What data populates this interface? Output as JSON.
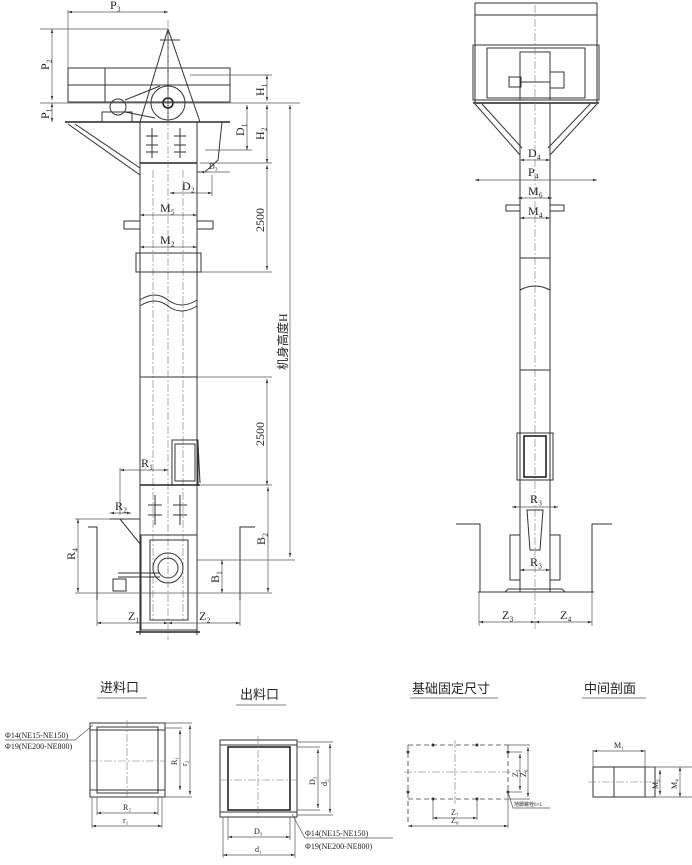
{
  "left_view": {
    "labels": {
      "p3": "P₃",
      "p2": "P₂",
      "p1": "P₁",
      "h1": "H₁",
      "h2": "H₂",
      "d1": "D₁",
      "d3": "D₃",
      "d2": "D₂",
      "m5": "M₅",
      "m2": "M₂",
      "dim_2500_upper": "2500",
      "dim_2500_lower": "2500",
      "body_height": "机身高度H",
      "r1": "R₁",
      "r2": "R₂",
      "r4": "R₄",
      "b1": "B₁",
      "b2": "B₂",
      "z1": "Z₁",
      "z2": "Z₂"
    }
  },
  "right_view": {
    "labels": {
      "d4": "D₄",
      "p4": "P₄",
      "m6": "M₆",
      "m4": "M₄",
      "r3_upper": "R₃",
      "r3_lower": "R₃",
      "z3": "Z₃",
      "z4": "Z₄"
    }
  },
  "details": {
    "inlet": {
      "title": "进料口",
      "hole_note_1": "Φ14(NE15-NE150)",
      "hole_note_2": "Φ19(NE200-NE800)",
      "r1": "R₁",
      "r2_vertical": "r₂",
      "r2": "R₂",
      "r1_lower": "r₁"
    },
    "outlet": {
      "title": "出料口",
      "d3_vertical": "D₃",
      "d2": "d₂",
      "d3": "D₃",
      "d1": "d₁",
      "hole_note_1": "Φ14(NE15-NE150)",
      "hole_note_2": "Φ19(NE200-NE800)"
    },
    "foundation": {
      "title": "基础固定尺寸",
      "z5": "Z₅",
      "z6": "Z₆",
      "z7": "Z₇",
      "z8": "Z₈",
      "bolt_note": "地脚螺栓6×L"
    },
    "middle_section": {
      "title": "中间剖面",
      "m1": "M₁",
      "m3": "M₃",
      "m4": "M₄"
    }
  }
}
